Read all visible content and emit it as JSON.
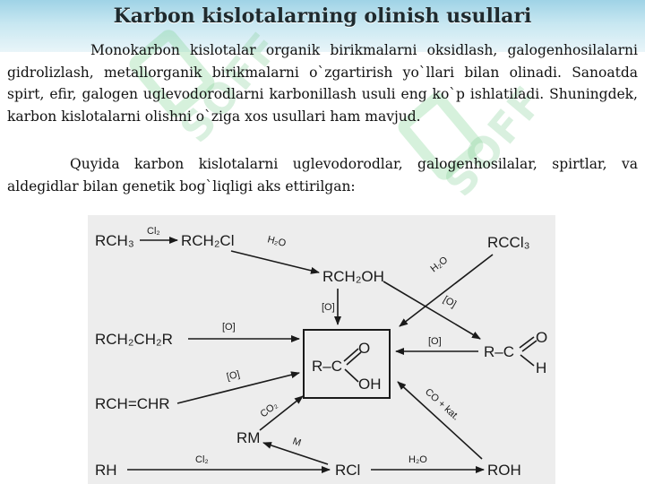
{
  "title": "Karbon kislotalarning olinish usullari",
  "paragraphs": [
    "Monokarbon kislotalar organik birikmalarni oksidlash, galogenhosilalarni gidrolizlash, metallorganik birikmalarni o`zgartirish yo`llari bilan olinadi. Sanoatda spirt, efir, galogen uglevodorodlarni karbonillash usuli eng ko`p ishlatiladi. Shuningdek, karbon kislotalarni olishni o`ziga xos usullari ham mavjud.",
    "Quyida karbon kislotalarni uglevodorodlar, galogenhosilalar, spirtlar, va aldegidlar bilan genetik bog`liqligi aks ettirilgan:"
  ],
  "scheme": {
    "nodes": {
      "rch3": "RCH₃",
      "rch2cl": "RCH₂Cl",
      "rccl3": "RCCl₃",
      "rch2oh": "RCH₂OH",
      "rch2ch2r": "RCH₂CH₂R",
      "rchchr": "RCH=CHR",
      "rm": "RM",
      "rh": "RH",
      "rcl": "RCl",
      "roh": "ROH",
      "acid_r": "R–C",
      "acid_o": "O",
      "acid_oh": "OH",
      "ald_r": "R–C",
      "ald_o": "O",
      "ald_h": "H"
    },
    "labels": {
      "cl2_top": "Cl₂",
      "h2o_a": "H₂O",
      "h2o_b": "H₂O",
      "o_alcohol": "[O]",
      "o_diag": "[O]",
      "o_alkane": "[O]",
      "o_alkene": "[O]",
      "o_aldehyde": "[O]",
      "co2": "CO₂",
      "m": "M",
      "cl2_bottom": "Cl₂",
      "h2o_bottom": "H₂O",
      "co_kat": "CO + kat."
    }
  },
  "watermark_text": "SOFF"
}
